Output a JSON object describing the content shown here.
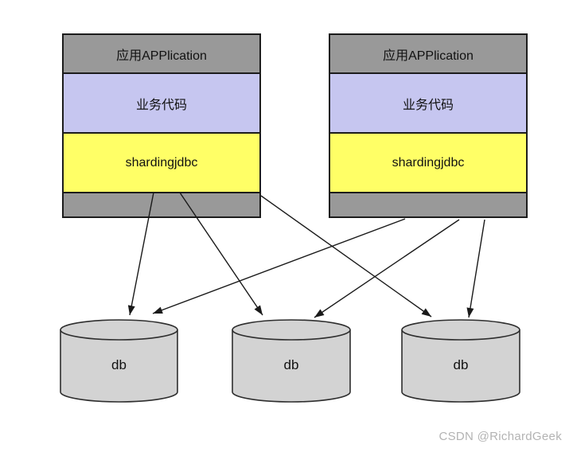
{
  "apps": [
    {
      "title": "应用APPlication",
      "business_layer": "业务代码",
      "sharding_layer": "shardingjdbc"
    },
    {
      "title": "应用APPlication",
      "business_layer": "业务代码",
      "sharding_layer": "shardingjdbc"
    }
  ],
  "databases": [
    {
      "label": "db"
    },
    {
      "label": "db"
    },
    {
      "label": "db"
    }
  ],
  "connections": [
    {
      "from": "app1-shardingjdbc",
      "to": "db1"
    },
    {
      "from": "app1-shardingjdbc",
      "to": "db2"
    },
    {
      "from": "app1-shardingjdbc",
      "to": "db3"
    },
    {
      "from": "app2-shardingjdbc",
      "to": "db1"
    },
    {
      "from": "app2-shardingjdbc",
      "to": "db2"
    },
    {
      "from": "app2-shardingjdbc",
      "to": "db3"
    }
  ],
  "watermark": "CSDN @RichardGeek",
  "colors": {
    "app_header_gray": "#999999",
    "business_layer_purple": "#c6c6f0",
    "sharding_layer_yellow": "#ffff66",
    "db_cylinder_gray": "#d3d3d3",
    "arrow_black": "#1a1a1a",
    "watermark_gray": "#b3b3b3"
  }
}
